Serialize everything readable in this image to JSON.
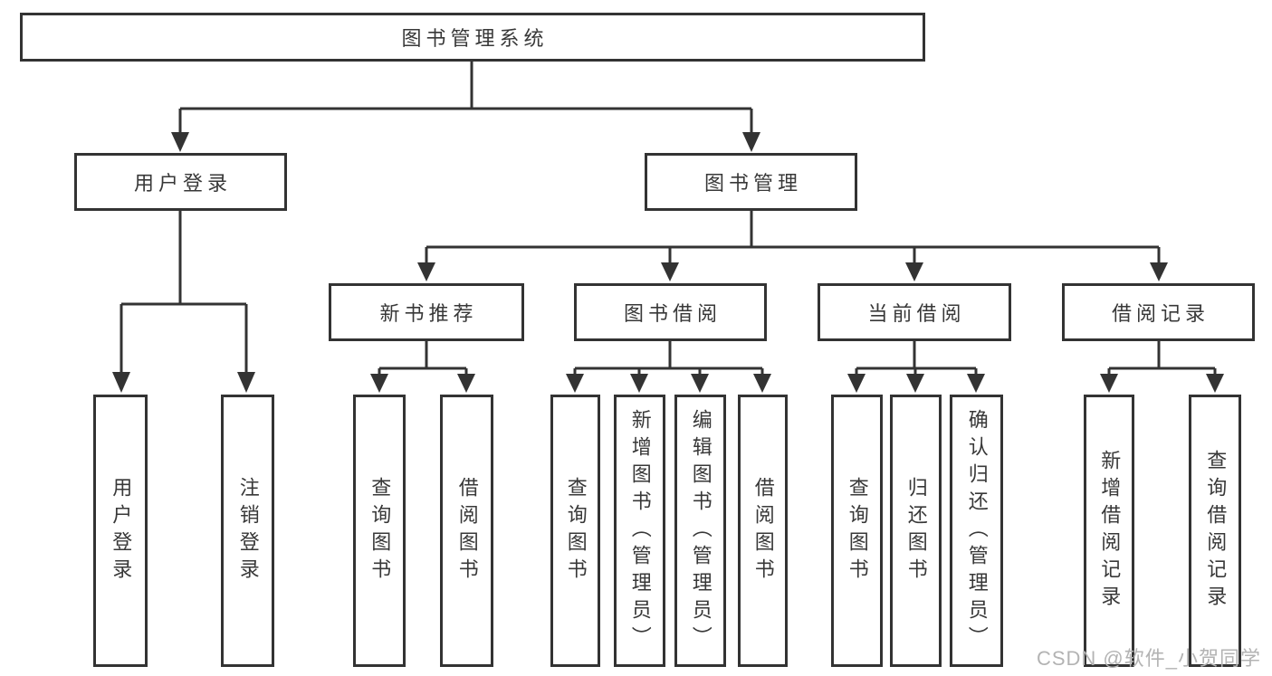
{
  "diagram": {
    "title": "图书管理系统",
    "branches": {
      "user_login": {
        "label": "用户登录",
        "children": [
          "用户登录",
          "注销登录"
        ]
      },
      "book_management": {
        "label": "图书管理",
        "children": [
          {
            "label": "新书推荐",
            "children": [
              "查询图书",
              "借阅图书"
            ]
          },
          {
            "label": "图书借阅",
            "children": [
              "查询图书",
              "新增图书（管理员）",
              "编辑图书（管理员）",
              "借阅图书"
            ]
          },
          {
            "label": "当前借阅",
            "children": [
              "查询图书",
              "归还图书",
              "确认归还（管理员）"
            ]
          },
          {
            "label": "借阅记录",
            "children": [
              "新增借阅记录",
              "查询借阅记录"
            ]
          }
        ]
      }
    }
  },
  "watermark": "CSDN @软件_小贺同学",
  "colors": {
    "line": "#333333",
    "text": "#383838",
    "watermark": "#b3b3b3",
    "background": "#ffffff"
  }
}
